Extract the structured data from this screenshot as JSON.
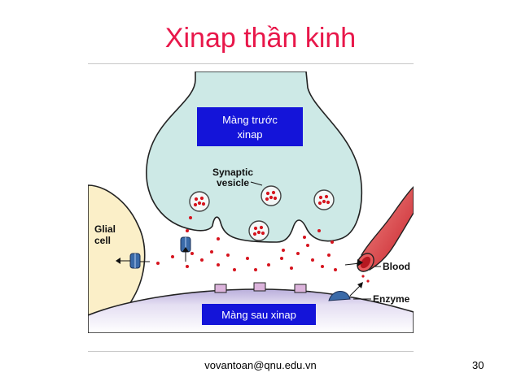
{
  "slide": {
    "title": "Xinap thần kinh",
    "footer_email": "vovantoan@qnu.edu.vn",
    "page_number": "30"
  },
  "diagram": {
    "presynaptic_label_line1": "Màng trước",
    "presynaptic_label_line2": "xinap",
    "postsynaptic_label": "Màng sau xinap",
    "synaptic_vesicle_line1": "Synaptic",
    "synaptic_vesicle_line2": "vesicle",
    "glial_line1": "Glial",
    "glial_line2": "cell",
    "blood_label": "Blood",
    "enzyme_label": "Enzyme",
    "colors": {
      "terminal_fill": "#cde9e6",
      "glial_fill": "#fbefc8",
      "post_fill": "#d9d2ea",
      "label_box": "#1414d9",
      "vesicle_dot": "#d6141e",
      "blood_vessel": "#e0484a",
      "receptor": "#dcb4dc"
    }
  }
}
